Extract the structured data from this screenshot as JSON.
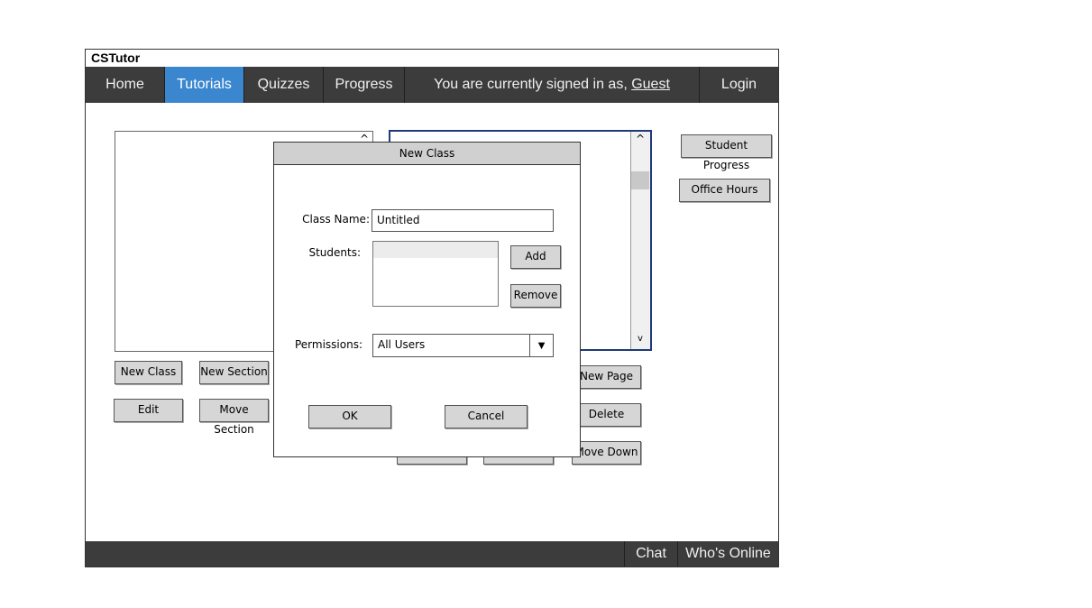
{
  "app": {
    "title": "CSTutor"
  },
  "nav": {
    "items": [
      "Home",
      "Tutorials",
      "Quizzes",
      "Progress"
    ],
    "active": "Tutorials",
    "signed_in_text": "You are currently signed in as, ",
    "user": "Guest",
    "login": "Login"
  },
  "side_buttons": {
    "student_progress": "Student Progress",
    "office_hours": "Office Hours"
  },
  "left_buttons": {
    "new_class": "New Class",
    "new_section": "New Section",
    "edit": "Edit",
    "move_section": "Move Section"
  },
  "right_buttons": {
    "new_page": "New Page",
    "delete": "Delete",
    "move_down": "Move Down"
  },
  "dialog": {
    "title": "New Class",
    "class_name_label": "Class Name:",
    "class_name_value": "Untitled",
    "students_label": "Students:",
    "add": "Add",
    "remove": "Remove",
    "permissions_label": "Permissions:",
    "permissions_value": "All Users",
    "ok": "OK",
    "cancel": "Cancel"
  },
  "footer": {
    "chat": "Chat",
    "whos_online": "Who's Online"
  },
  "colors": {
    "nav_bg": "#3c3c3c",
    "active_tab": "#3a86cf",
    "selected_panel_border": "#1f3a7a"
  },
  "icons": {
    "scroll_up": "^",
    "scroll_down": "v",
    "dropdown": "▼"
  }
}
